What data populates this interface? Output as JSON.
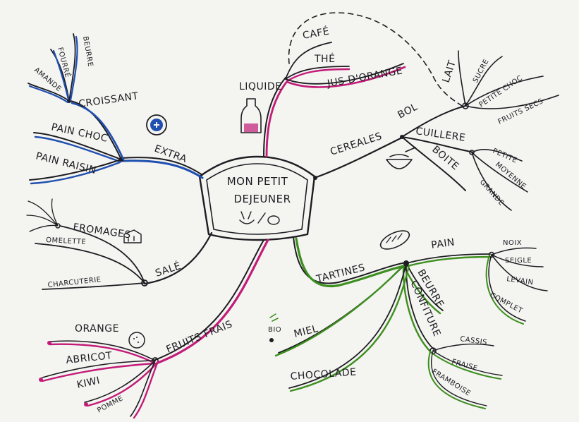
{
  "center": {
    "line1": "MON PETIT",
    "line2": "DEJEUNER"
  },
  "colors": {
    "ink": "#1d1d22",
    "blue": "#1f4fb0",
    "magenta": "#c21b78",
    "green": "#3d8f1e",
    "paper": "#f4f4f1"
  },
  "branches": {
    "extra": {
      "label": "EXTRA",
      "icon": "plus-circle-icon",
      "croissant": {
        "label": "CROISSANT",
        "items": [
          "BEURRE",
          "FOURRÉ",
          "AMANDE"
        ]
      },
      "pain_choc": "PAIN CHOC",
      "pain_raisin": "PAIN RAISIN"
    },
    "liquide": {
      "label": "LIQUIDE",
      "icon": "bottle-icon",
      "items": [
        "CAFÉ",
        "THÉ",
        "JUS D'ORANGE"
      ]
    },
    "cereales": {
      "label": "CEREALES",
      "icon": "bowl-icon",
      "bol": {
        "label": "BOL",
        "items": [
          "LAIT",
          "SUCRE",
          "PETITE CHOC",
          "FRUITS SECS"
        ]
      },
      "cuillere": {
        "label": "CUILLERE",
        "items": [
          "PETITE",
          "MOYENNE",
          "GRANDE"
        ]
      },
      "boite": "BOITE"
    },
    "sale": {
      "label": "SALÉ",
      "fromages": "FROMAGES",
      "omelette": "OMELETTE",
      "charcuterie": "CHARCUTERIE"
    },
    "fruits": {
      "label": "FRUITS FRAIS",
      "items": [
        "ORANGE",
        "ABRICOT",
        "KIWI",
        "POMME"
      ]
    },
    "tartines": {
      "label": "TARTINES",
      "icon": "bread-icon",
      "pain": {
        "label": "PAIN",
        "items": [
          "NOIX",
          "SEIGLE",
          "LEVAIN",
          "COMPLET"
        ]
      },
      "beurre": "BEURRE",
      "confiture": {
        "label": "CONFITURE",
        "items": [
          "CASSIS",
          "FRAISE",
          "FRAMBOISE"
        ]
      },
      "miel": "MIEL",
      "miel_tag": "BIO",
      "chocolade": "CHOCOLADE"
    }
  }
}
